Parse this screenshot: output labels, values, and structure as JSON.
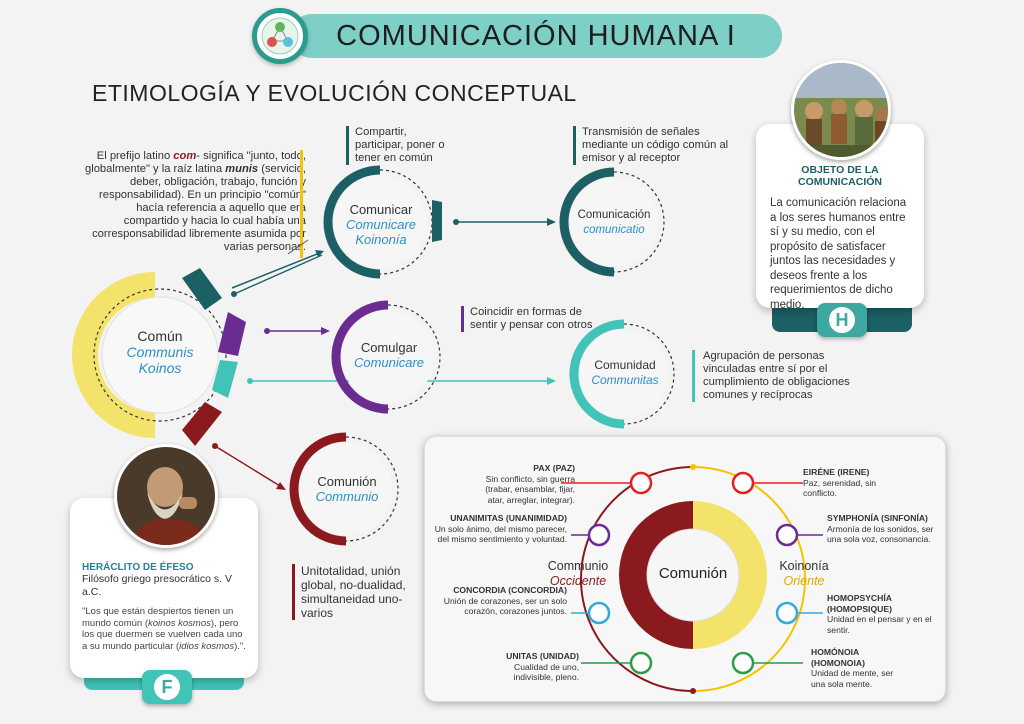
{
  "header": {
    "title": "COMUNICACIÓN HUMANA I",
    "subtitle": "ETIMOLOGÍA Y EVOLUCIÓN CONCEPTUAL"
  },
  "intro": {
    "text_a": "El prefijo latino ",
    "text_com": "com",
    "text_b": "- significa \"junto, todo, globalmente\" y la raíz latina ",
    "text_munis": "munis",
    "text_c": " (servicio, deber, obligación, trabajo, función y responsabilidad). En un principio \"común\" hacía referencia a aquello que era compartido y hacia lo cual había una  corresponsabilidad libremente asumida por varias personas."
  },
  "circles": {
    "comun": {
      "line1": "Común",
      "line2": "Communis",
      "line3": "Koinos"
    },
    "comunicar": {
      "line1": "Comunicar",
      "line2": "Comunicare",
      "line3": "Koinonía"
    },
    "comunicacion": {
      "line1": "Comunicación",
      "line2": "comunicatio"
    },
    "comulgar": {
      "line1": "Comulgar",
      "line2": "Comunicare"
    },
    "comunidad": {
      "line1": "Comunidad",
      "line2": "Communitas"
    },
    "comunion": {
      "line1": "Comunión",
      "line2": "Communio"
    }
  },
  "notes": {
    "compartir": "Compartir, participar, poner o tener en común",
    "transmision": "Transmisión de señales mediante un código común al emisor y al receptor",
    "coincidir": "Coincidir en formas de sentir y pensar con otros",
    "agrupacion": "Agrupación de personas vinculadas entre sí por el cumplimiento de obligaciones comunes y recíprocas",
    "unitotalidad": "Unitotalidad, unión global, no-dualidad, simultaneidad uno-varios"
  },
  "objeto": {
    "title": "OBJETO DE LA COMUNICACIÓN",
    "text": "La comunicación relaciona a los seres humanos entre sí y su medio, con el propósito de satisfacer juntos las necesidades y deseos frente a los requerimientos de dicho medio.",
    "letter": "H"
  },
  "heraclito": {
    "name": "HERÁCLITO DE ÉFESO",
    "desc": "Filósofo griego presocrático s. V a.C.",
    "quote_a": "\"Los que están despiertos tienen un mundo común (",
    "quote_k": "koinos kosmos",
    "quote_b": "), pero los que duermen se vuelven cada uno a su mundo particular (",
    "quote_i": "idios kosmos",
    "quote_c": ").\".",
    "letter": "F"
  },
  "panel": {
    "center": "Comunión",
    "left_title": "Communio",
    "left_sub": "Occidente",
    "right_title": "Koinonía",
    "right_sub": "Oriente",
    "left_items": [
      {
        "title": "PAX (PAZ)",
        "text": "Sin conflicto, sin guerra (trabar, ensamblar, fijar, atar, arreglar, integrar)."
      },
      {
        "title": "UNANIMITAS (UNANIMIDAD)",
        "text": "Un solo ánimo, del mismo parecer, del mismo sentimiento y voluntad."
      },
      {
        "title": "CONCORDIA (CONCORDIA)",
        "text": "Unión de corazones, ser un solo corazón, corazones juntos."
      },
      {
        "title": "UNITAS (UNIDAD)",
        "text": "Cualidad de uno, indivisible, pleno."
      }
    ],
    "right_items": [
      {
        "title": "EIRÉNE (IRENE)",
        "text": "Paz, serenidad, sin conflicto."
      },
      {
        "title": "SYMPHONÍA (SINFONÍA)",
        "text": "Armonía de los sonidos, ser una sola voz, consonancia."
      },
      {
        "title": "HOMOPSYCHÍA (HOMOPSIQUE)",
        "text": "Unidad en el pensar y en el sentir."
      },
      {
        "title": "HOMÓNOIA (HOMONOIA)",
        "text": "Unidad de mente, ser una sola mente."
      }
    ]
  },
  "colors": {
    "teal_dark": "#1c5f64",
    "purple": "#6a2c91",
    "cyan": "#41c3b8",
    "red": "#8b1a1f",
    "yellow": "#f4c400",
    "header": "#7ecfc5"
  }
}
